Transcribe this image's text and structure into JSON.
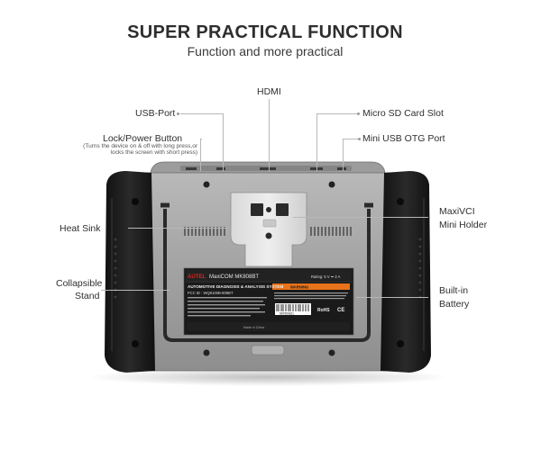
{
  "header": {
    "title": "SUPER PRACTICAL FUNCTION",
    "subtitle": "Function and more practical"
  },
  "callouts": {
    "hdmi": "HDMI",
    "usb_port": "USB-Port",
    "micro_sd": "Micro SD Card Slot",
    "lock_power": "Lock/Power Button",
    "lock_power_note_1": "(Turns the device on & off with long press,or",
    "lock_power_note_2": "locks the screen with short press)",
    "mini_usb_otg": "Mini USB OTG Port",
    "heat_sink": "Heat Sink",
    "maxivci_line1": "MaxiVCI",
    "maxivci_line2": "Mini Holder",
    "collapsible_line1": "Collapsible",
    "collapsible_line2": "Stand",
    "battery_line1": "Built-in",
    "battery_line2": "Battery"
  },
  "device_label": {
    "brand": "AUTEL",
    "model": "MaxiCOM MK808BT",
    "system": "AUTOMOTIVE DIAGNOSIS & ANALYSIS SYSTEM",
    "fcc": "FCC ID : WQ8100B-808BT",
    "rating": "Rating: 5 V ⎓ 2 A",
    "warning": "WARNING",
    "made_in": "Made in China",
    "rohs": "RoHS",
    "ce": "CE",
    "serial": "987654321"
  },
  "colors": {
    "rubber": "#1d1d1d",
    "shell": "#9a9a9a",
    "shell_light": "#c2c2c2",
    "label_bg": "#1a1a1a",
    "warning_orange": "#e8731a",
    "brand_red": "#d42a22"
  }
}
